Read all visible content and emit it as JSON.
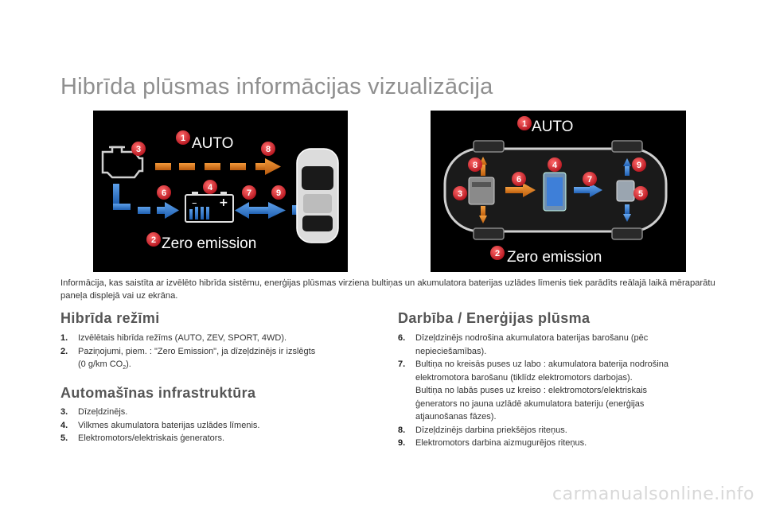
{
  "title": "Hibrīda plūsmas informācijas vizualizācija",
  "left_panel": {
    "mode_label": "AUTO",
    "zero_label": "Zero emission",
    "battery_minus": "–",
    "battery_plus": "+",
    "markers": [
      "1",
      "2",
      "3",
      "4",
      "6",
      "7",
      "8",
      "9"
    ]
  },
  "right_panel": {
    "mode_label": "AUTO",
    "zero_label": "Zero emission",
    "markers": [
      "1",
      "2",
      "3",
      "4",
      "5",
      "6",
      "7",
      "8",
      "9"
    ]
  },
  "intro": "Informācija, kas saistīta ar izvēlēto hibrīda sistēmu, enerģijas plūsmas virziena bultiņas un akumulatora baterijas uzlādes līmenis tiek parādīts reālajā laikā mēraparātu paneļa displejā vai uz ekrāna.",
  "sections": {
    "modes": {
      "title": "Hibrīda režīmi",
      "items": [
        {
          "num": "1.",
          "text": "Izvēlētais hibrīda režīms (AUTO, ZEV, SPORT, 4WD)."
        },
        {
          "num": "2.",
          "text": "Paziņojumi, piem. : \"Zero Emission\", ja dīzeļdzinējs ir izslēgts",
          "text2a": "(0 g/km CO",
          "text2sub": "2",
          "text2b": ")."
        }
      ]
    },
    "infra": {
      "title": "Automašīnas infrastruktūra",
      "items": [
        {
          "num": "3.",
          "text": "Dīzeļdzinējs."
        },
        {
          "num": "4.",
          "text": "Vilkmes akumulatora baterijas uzlādes līmenis."
        },
        {
          "num": "5.",
          "text": "Elektromotors/elektriskais ģenerators."
        }
      ]
    },
    "flow": {
      "title": "Darbība / Enerģijas plūsma",
      "items": [
        {
          "num": "6.",
          "lines": [
            "Dīzeļdzinējs nodrošina akumulatora baterijas barošanu (pēc",
            "nepieciešamības)."
          ]
        },
        {
          "num": "7.",
          "lines": [
            "Bultiņa no kreisās puses uz labo : akumulatora baterija nodrošina",
            "elektromotora barošanu (tiklīdz elektromotors darbojas).",
            "Bultiņa no labās puses uz kreiso : elektromotors/elektriskais",
            "ģenerators no jauna uzlādē akumulatora bateriju (enerģijas",
            "atjaunošanas fāzes)."
          ]
        },
        {
          "num": "8.",
          "lines": [
            "Dīzeļdzinējs darbina priekšējos riteņus."
          ]
        },
        {
          "num": "9.",
          "lines": [
            "Elektromotors darbina aizmugurējos riteņus."
          ]
        }
      ]
    }
  },
  "watermark": "carmanualsonline.info",
  "colors": {
    "title_gray": "#8f8f8f",
    "marker_red": "#d9232e",
    "arrow_orange": "#e8801e",
    "arrow_blue": "#3a7fd0",
    "panel_bg": "#000000"
  }
}
